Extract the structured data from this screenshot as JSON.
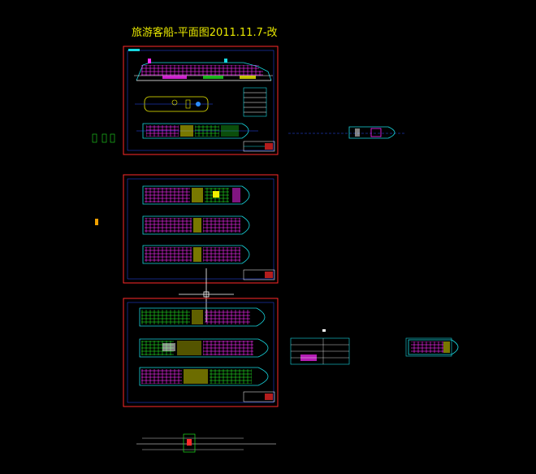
{
  "drawing": {
    "title": "旅游客船-平面图2011.11.7-改",
    "colors": {
      "background": "#000000",
      "frame": "#ff2a2a",
      "title": "#e8e800",
      "hull": "#18d8e0",
      "magenta": "#ff2aff",
      "green": "#20e020",
      "yellow": "#f0f000",
      "white": "#ffffff",
      "blue": "#2a4cff"
    }
  },
  "sheets": [
    {
      "id": "sheet-profile",
      "content": "profile-and-main-deck"
    },
    {
      "id": "sheet-upper-decks",
      "content": "three-cabin-decks"
    },
    {
      "id": "sheet-lower-decks",
      "content": "three-service-decks"
    }
  ],
  "icons": {
    "crosshair": "crosshair-cursor-icon"
  }
}
